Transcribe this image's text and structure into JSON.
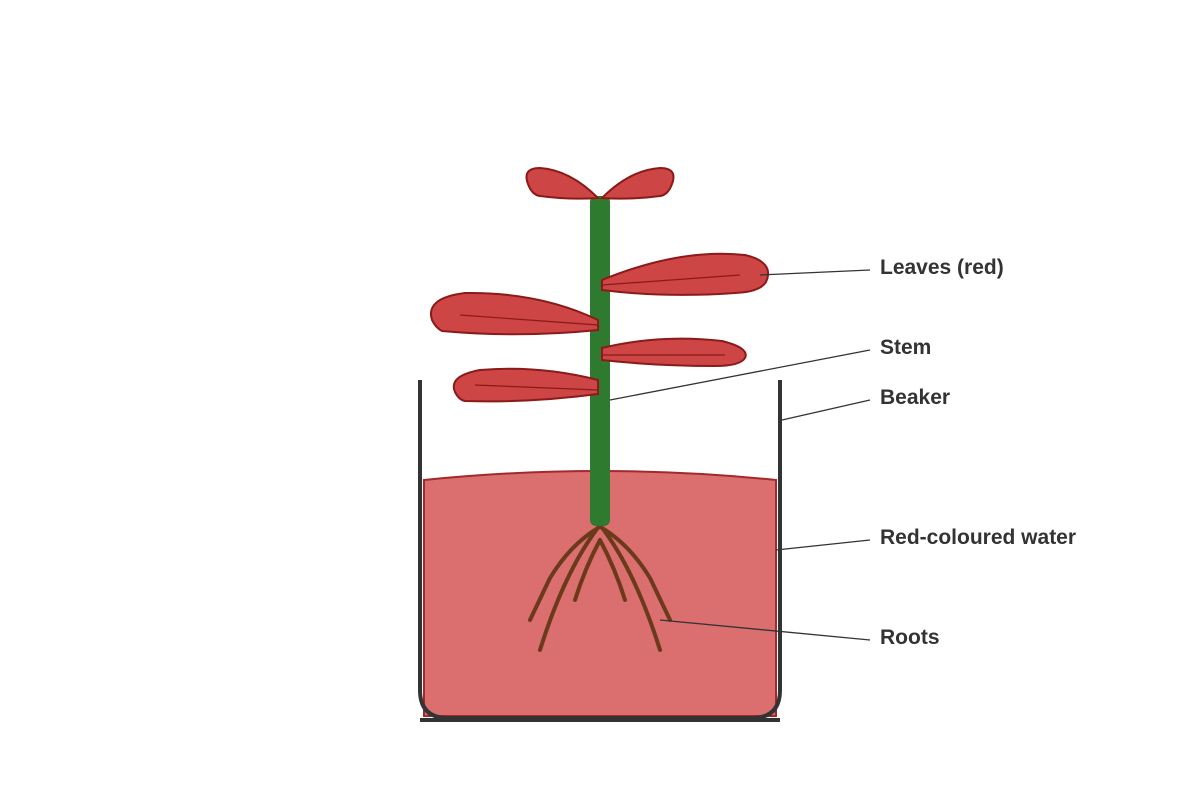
{
  "diagram": {
    "labels": {
      "leaves": "Leaves (red)",
      "stem": "Stem",
      "beaker": "Beaker",
      "water": "Red-coloured water",
      "roots": "Roots"
    },
    "colors": {
      "water_fill": "#db6e6e",
      "water_edge": "#a32a2a",
      "leaf_fill": "#cd4545",
      "leaf_edge": "#8b1a1a",
      "stem": "#2e7a2e",
      "roots": "#6b3a1a",
      "beaker": "#333333",
      "leader_line": "#333333",
      "label_text": "#333333"
    }
  }
}
